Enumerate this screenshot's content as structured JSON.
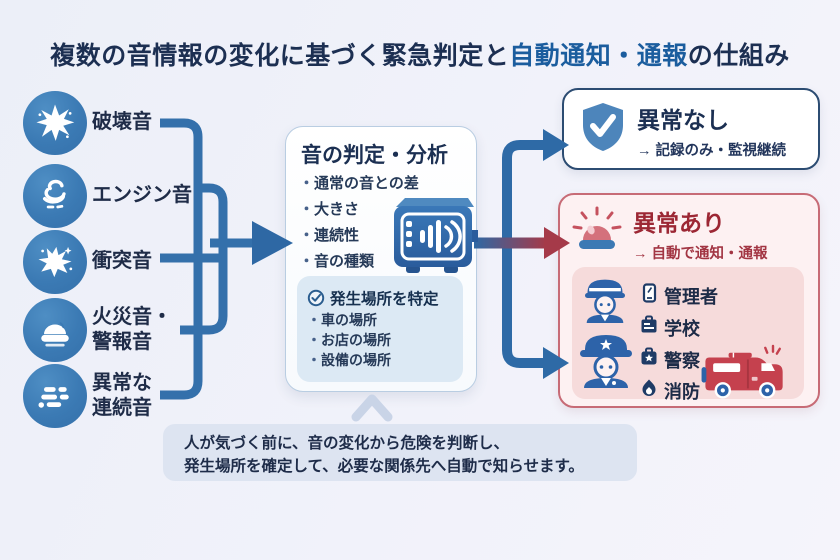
{
  "title": {
    "part1": "複数の音情報の変化に基づく緊急判定と",
    "accent": "自動通知・通報",
    "part2": "の仕組み"
  },
  "sources": [
    {
      "label": "破壊音",
      "icon": "burst-icon"
    },
    {
      "label": "エンジン音",
      "icon": "engine-icon"
    },
    {
      "label": "衝突音",
      "icon": "collision-icon"
    },
    {
      "label": "火災音・\n警報音",
      "icon": "alarm-icon"
    },
    {
      "label": "異常な\n連続音",
      "icon": "soundwave-icon"
    }
  ],
  "analysis": {
    "title": "音の判定・分析",
    "bullets": {
      "0": "通常の音との差",
      "1": "大きさ",
      "2": "連続性",
      "3": "音の種類"
    },
    "device_icon": "sound-detector-icon",
    "location": {
      "icon": "check-circle-icon",
      "title": "発生場所を特定",
      "bullets": {
        "0": "車の場所",
        "1": "お店の場所",
        "2": "設備の場所"
      }
    }
  },
  "results": {
    "normal": {
      "icon": "shield-check-icon",
      "title": "異常なし",
      "subtitle": "→ 記録のみ・監視継続"
    },
    "alert": {
      "icon": "red-siren-icon",
      "title": "異常あり",
      "subtitle": "→ 自動で通知・通報",
      "recipients": {
        "0": {
          "label": "管理者",
          "icon": "phone-icon"
        },
        "1": {
          "label": "学校",
          "icon": "school-icon"
        },
        "2": {
          "label": "警察",
          "icon": "police-badge-icon"
        },
        "3": {
          "label": "消防",
          "icon": "flame-icon"
        }
      },
      "illustrations": [
        "police-officer-icon",
        "security-officer-icon",
        "fire-truck-icon"
      ]
    }
  },
  "note": {
    "line1": "人が気づく前に、音の変化から危険を判断し、",
    "line2": "発生場所を確定して、必要な関係先へ自動で知らせます。"
  },
  "colors": {
    "background": "#eef1f8",
    "title_navy": "#1c2f52",
    "title_accent": "#1b5d9e",
    "source_circle_blue": "#3d80b8",
    "connector_blue": "#2e6aa6",
    "panel_border_blue": "#b9cde2",
    "normal_border": "#2c4c72",
    "alert_red_text": "#9c2734",
    "alert_border": "#c76b76",
    "alert_bg": "#fdf1f2",
    "recipient_bg": "#f6dbdb",
    "location_bg": "#dce9f4",
    "note_bg": "#dde4f1",
    "gradient_arrow": [
      "#2e68a4",
      "#a53a49"
    ]
  }
}
